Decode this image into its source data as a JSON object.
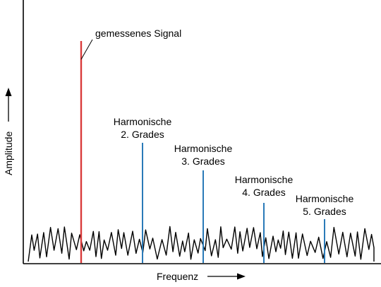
{
  "labels": {
    "ylabel": "Amplitude",
    "xlabel": "Frequenz",
    "signal": "gemessenes Signal",
    "harmonics": [
      {
        "line1": "Harmonische",
        "line2": "2. Grades"
      },
      {
        "line1": "Harmonische",
        "line2": "3. Grades"
      },
      {
        "line1": "Harmonische",
        "line2": "4. Grades"
      },
      {
        "line1": "Harmonische",
        "line2": "5. Grades"
      }
    ]
  },
  "colors": {
    "signal": "#d93a3a",
    "harmonic": "#2a7ab8",
    "noise": "#000000",
    "axis": "#000000"
  }
}
